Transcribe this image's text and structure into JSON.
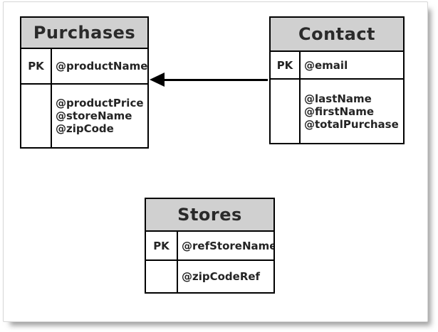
{
  "diagram": {
    "entities": [
      {
        "name": "Purchases",
        "pk_label": "PK",
        "pk_attribute": "@productName",
        "attributes": [
          "@productPrice",
          "@storeName",
          "@zipCode"
        ]
      },
      {
        "name": "Contact",
        "pk_label": "PK",
        "pk_attribute": "@email",
        "attributes": [
          "@lastName",
          "@firstName",
          "@totalPurchase"
        ]
      },
      {
        "name": "Stores",
        "pk_label": "PK",
        "pk_attribute": "@refStoreName",
        "attributes": [
          "@zipCodeRef"
        ]
      }
    ],
    "relationship": {
      "from": "Contact",
      "to": "Purchases",
      "style": "solid-arrow",
      "direction": "left"
    },
    "colors": {
      "header_bg": "#d0d0d0",
      "border": "#000000",
      "text": "#242424",
      "page_bg": "#ffffff"
    }
  }
}
